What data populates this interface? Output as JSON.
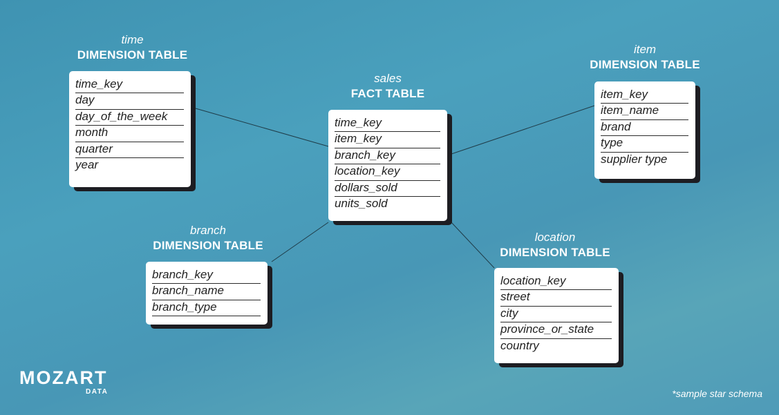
{
  "tables": {
    "time": {
      "name": "time",
      "kind": "DIMENSION TABLE",
      "fields": [
        "time_key",
        "day",
        "day_of_the_week",
        "month",
        "quarter",
        "year"
      ]
    },
    "sales": {
      "name": "sales",
      "kind": "FACT TABLE",
      "fields": [
        "time_key",
        "item_key",
        "branch_key",
        "location_key",
        "dollars_sold",
        "units_sold"
      ]
    },
    "item": {
      "name": "item",
      "kind": "DIMENSION TABLE",
      "fields": [
        "item_key",
        "item_name",
        "brand",
        "type",
        "supplier type"
      ]
    },
    "branch": {
      "name": "branch",
      "kind": "DIMENSION TABLE",
      "fields": [
        "branch_key",
        "branch_name",
        "branch_type"
      ]
    },
    "location": {
      "name": "location",
      "kind": "DIMENSION TABLE",
      "fields": [
        "location_key",
        "street",
        "city",
        "province_or_state",
        "country"
      ]
    }
  },
  "logo": {
    "word": "MOZART",
    "sub": "DATA"
  },
  "note": "*sample star schema",
  "colors": {
    "line": "#1f3b47",
    "card": "#ffffff",
    "shadow": "#1d1d22"
  }
}
